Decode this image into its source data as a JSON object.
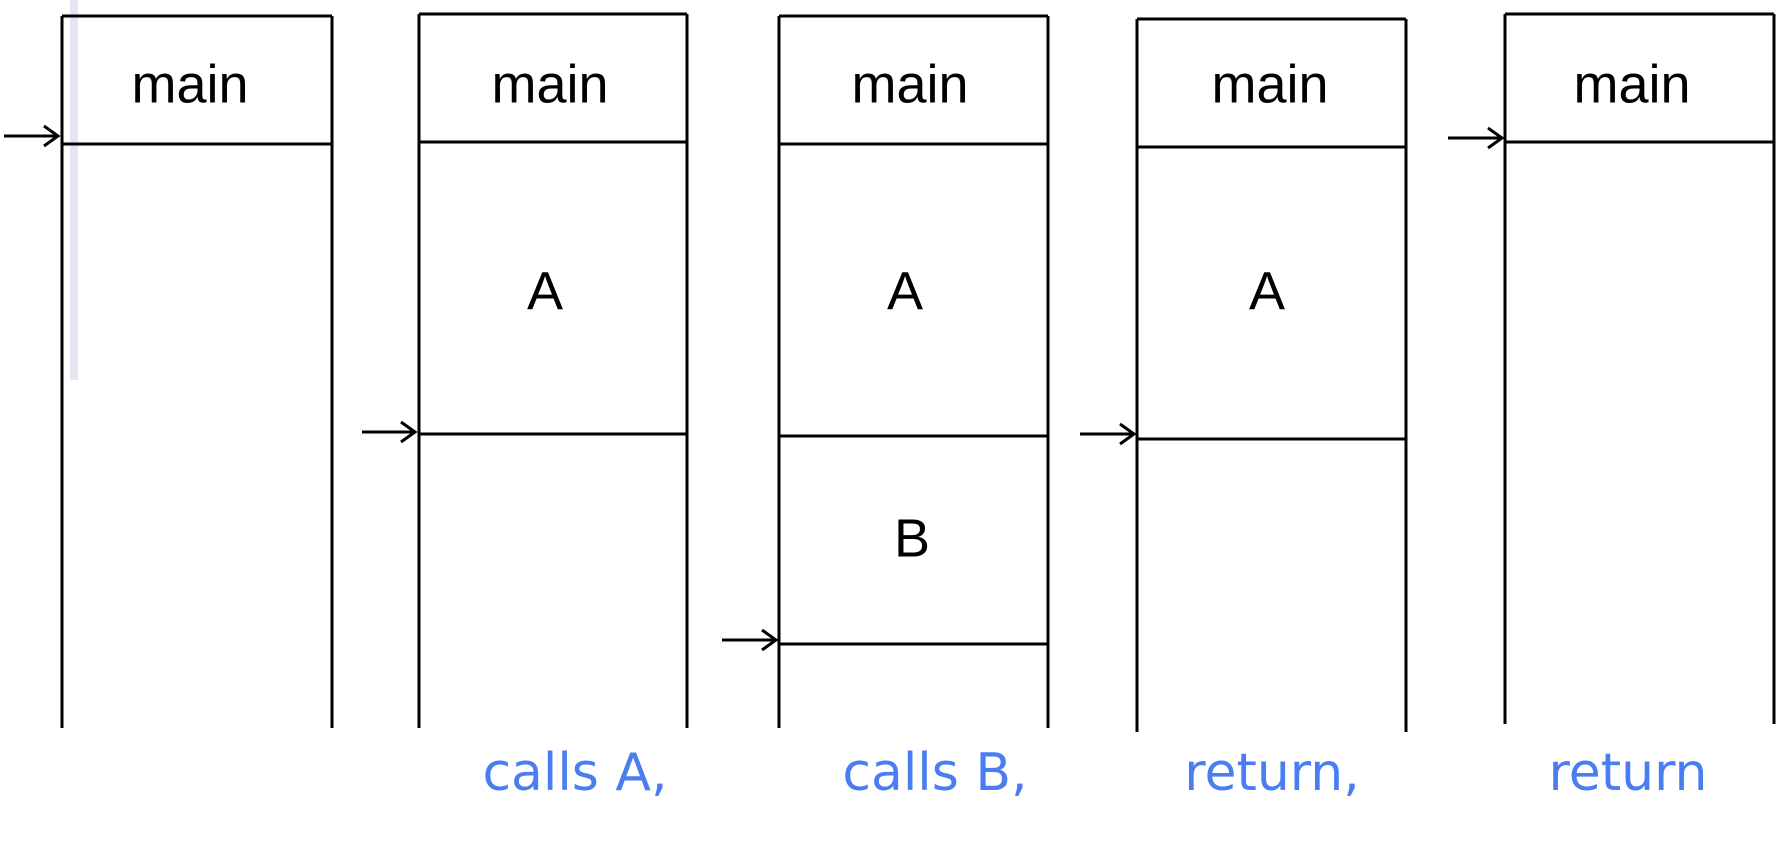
{
  "stacks": [
    {
      "frames": [
        {
          "label": "main"
        }
      ],
      "caption": ""
    },
    {
      "frames": [
        {
          "label": "main"
        },
        {
          "label": "A"
        }
      ],
      "caption": "calls A,"
    },
    {
      "frames": [
        {
          "label": "main"
        },
        {
          "label": "A"
        },
        {
          "label": "B"
        }
      ],
      "caption": "calls B,"
    },
    {
      "frames": [
        {
          "label": "main"
        },
        {
          "label": "A"
        }
      ],
      "caption": "return,"
    },
    {
      "frames": [
        {
          "label": "main"
        }
      ],
      "caption": "return"
    }
  ],
  "colors": {
    "caption": "#4a7ef0",
    "lines": "#000000"
  }
}
